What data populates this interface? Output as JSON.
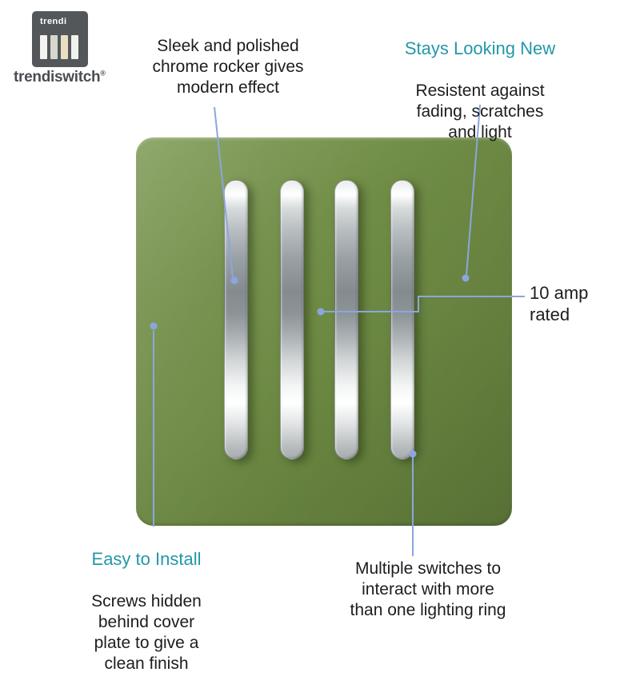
{
  "brand": {
    "logo_square_text": "trendi",
    "wordmark": "trendiswitch",
    "registered_mark": "®"
  },
  "callouts": {
    "chrome_rocker": {
      "text": "Sleek and polished\nchrome rocker gives\nmodern effect"
    },
    "stays_new": {
      "heading": "Stays Looking New",
      "text": "Resistent against\nfading, scratches\nand light"
    },
    "amp_rating": {
      "text": "10 amp\nrated"
    },
    "easy_install": {
      "heading": "Easy to Install",
      "text": "Screws hidden\nbehind cover\nplate to give a\nclean finish"
    },
    "multiple_switches": {
      "text": "Multiple switches to\ninteract with more\nthan one lighting ring"
    }
  },
  "colors": {
    "accent_teal": "#2397a9",
    "callout_line_blue": "#8ba6de",
    "plate_green": "#6c8942",
    "body_text": "#1d1d1d"
  }
}
